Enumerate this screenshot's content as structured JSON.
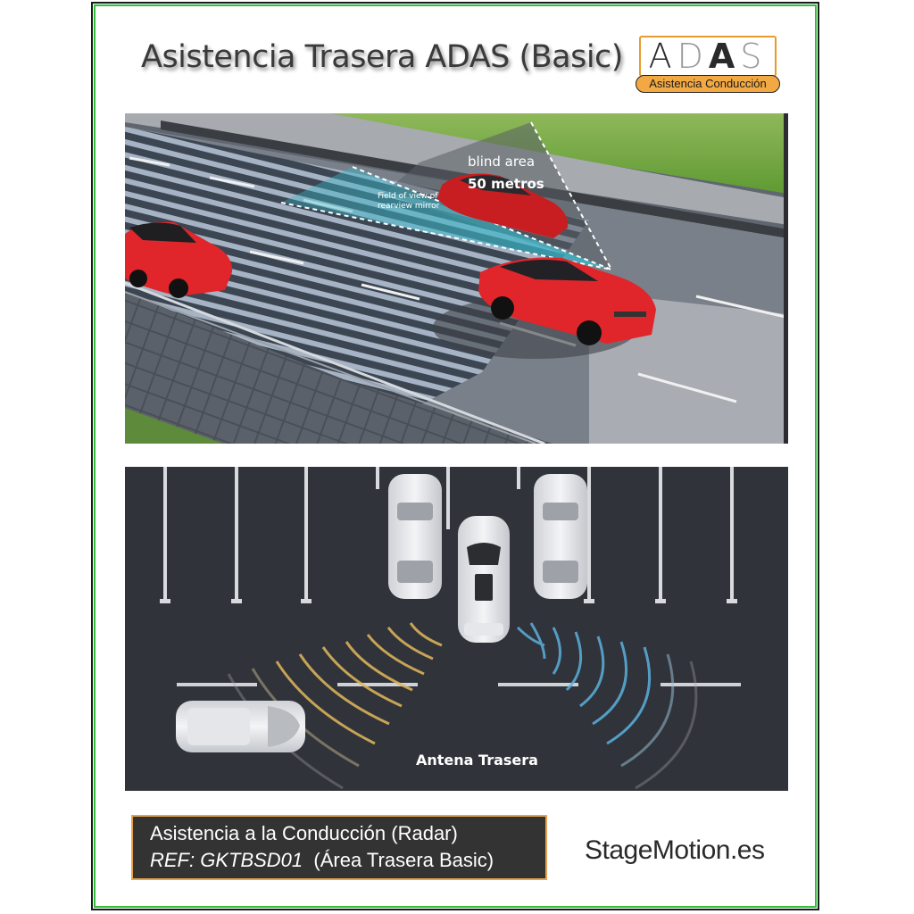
{
  "header": {
    "title": "Asistencia Trasera ADAS (Basic)",
    "logo": {
      "letters": [
        "A",
        "D",
        "A",
        "S"
      ],
      "tagline": "Asistencia Conducción",
      "accent_color": "#f2a944"
    }
  },
  "image_top": {
    "label_blind_area": "blind area",
    "label_distance": "50 metros",
    "label_fov_line1": "Field of view of",
    "label_fov_line2": "rearview mirror"
  },
  "image_bottom": {
    "label_antenna": "Antena Trasera"
  },
  "footer": {
    "caption_line1": "Asistencia a la Conducción (Radar)",
    "ref_label": "REF: GKTBSD01",
    "ref_desc": "(Área Trasera Basic)",
    "brand": "StageMotion.es",
    "caption_bg": "#333333",
    "caption_border": "#e8a34a"
  },
  "colors": {
    "frame_outer": "#1a1a1a",
    "frame_inner": "#2fbf3a",
    "car_red": "#e0262a"
  }
}
